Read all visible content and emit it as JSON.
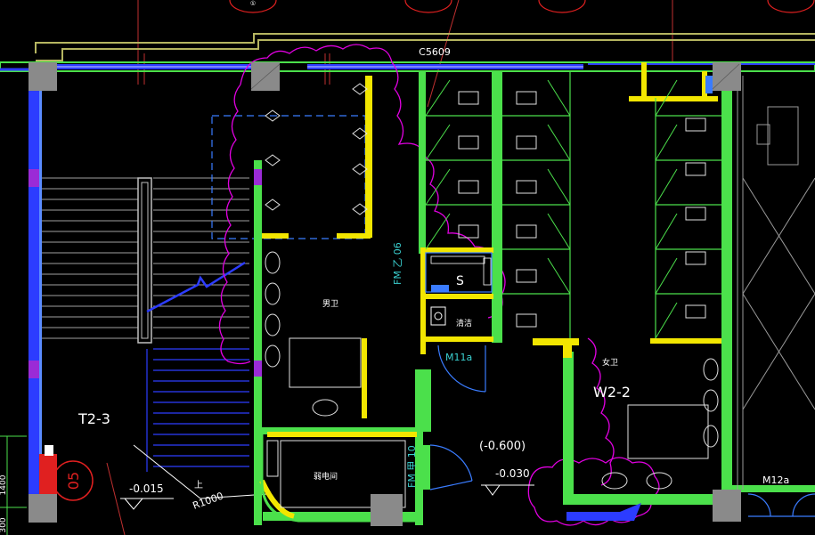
{
  "drawing": {
    "colors": {
      "background": "#000000",
      "wall": "#4be04b",
      "column": "#8a8a8a",
      "yellow": "#f2e600",
      "magenta_cloud": "#e000e0",
      "blue_wall": "#2c3cff",
      "fixture_cyan": "#3ad0d0",
      "stairs": "#9a9a9a",
      "axis_red": "#e02020",
      "door_blue": "#3a7cff"
    },
    "labels": {
      "window_top": "C5609",
      "stair_id": "T2-3",
      "level_stair": "-0.015",
      "stair_up": "上",
      "stair_radius": "R1000",
      "door_fm_top": "FM 乙 06",
      "door_fm_bottom": "FM 甲 10",
      "door_m11a": "M11a",
      "door_m12a": "M12a",
      "level_paren": "(-0.600)",
      "level_corridor": "-0.030",
      "room_male": "男卫",
      "room_female": "女卫",
      "room_clean": "清洁",
      "room_electric": "弱电间",
      "room_w22": "W2-2",
      "symbol_s": "S",
      "grid_bubble": "05",
      "top_bubble_1": "①",
      "dim_left_a": "1400",
      "dim_left_b": "300"
    }
  }
}
